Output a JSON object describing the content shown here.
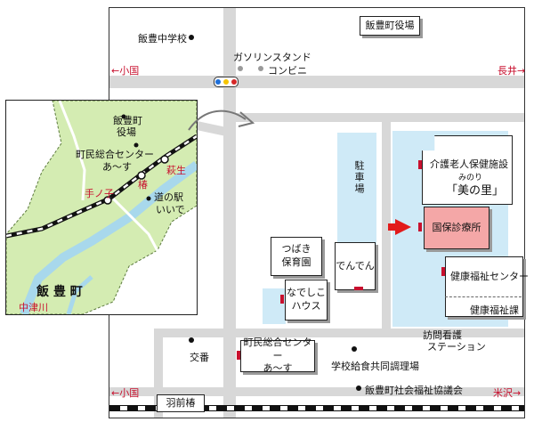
{
  "labels": {
    "iiyutoyo_jhs": "飯豊中学校",
    "town_hall": "飯豊町役場",
    "gas_station": "ガソリンスタンド",
    "convenience": "コンビニ",
    "to_oguni": "←小国",
    "to_nagai": "長井→",
    "to_yonezawa": "米沢→",
    "parking": "駐車場",
    "nursing_facility": "介護老人保健施設",
    "minori_ruby": "みのり",
    "minori_name": "「美の里」",
    "clinic": "国保診療所",
    "welfare_center": "健康福祉センター",
    "welfare_section": "健康福祉課",
    "home_nursing_line1": "訪問看護",
    "home_nursing_line2": "ステーション",
    "tsubaki_line1": "つばき",
    "tsubaki_line2": "保育園",
    "denden": "でんでん",
    "nadeshiko_line1": "なでしこ",
    "nadeshiko_line2": "ハウス",
    "police_box": "交番",
    "townsfolk_center_line1": "町民総合センター",
    "townsfolk_center_line2": "あ～す",
    "school_lunch": "学校給食共同調理場",
    "social_welfare": "飯豊町社会福祉協議会",
    "station": "羽前椿"
  },
  "inset": {
    "town_hall_line1": "飯豊町",
    "town_hall_line2": "役場",
    "center_line1": "町民総合センター",
    "center_line2": "あ～す",
    "hagyu": "萩生",
    "tsubaki": "椿",
    "tenoko": "手ノ子",
    "michi_line1": "道の駅",
    "michi_line2": "いいで",
    "town_name": "飯 豊 町",
    "nakatsugawa": "中津川"
  },
  "colors": {
    "road": "#d8d8d8",
    "water": "#cfeaf7",
    "land": "#d4ecb2",
    "clinic_fill": "#f4a7a7",
    "accent_red": "#c8102e"
  }
}
